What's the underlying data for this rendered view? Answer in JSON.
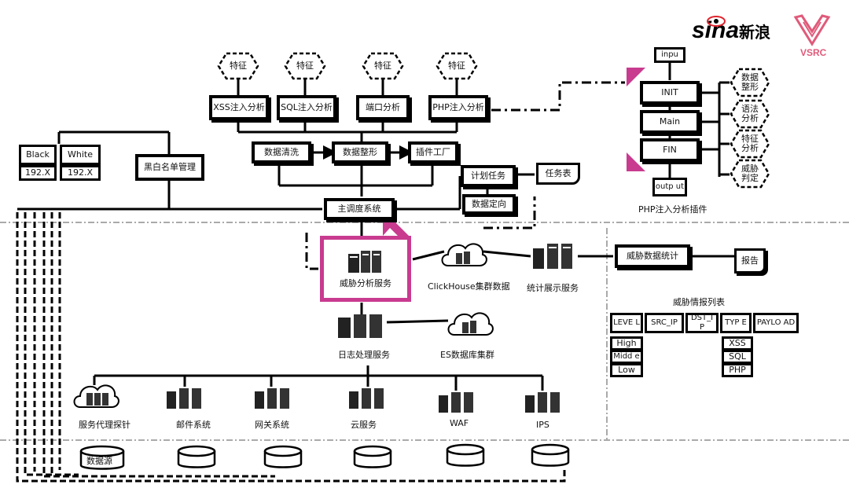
{
  "logo": {
    "sina_text": "sina",
    "sina_cn": "新浪",
    "vsrc": "VSRC"
  },
  "features": [
    "特征",
    "特征",
    "特征",
    "特征"
  ],
  "analyzers": [
    "XSS注入分析",
    "SQL注入分析",
    "端口分析",
    "PHP注入分析"
  ],
  "pipeline": {
    "clean": "数据清洗",
    "shape": "数据整形",
    "factory": "插件工厂"
  },
  "blackwhite": {
    "black": "Black",
    "white": "White",
    "black_ip": "192.X",
    "white_ip": "192.X",
    "manager": "黑白名单管理"
  },
  "scheduler": {
    "main": "主调度系统",
    "plan": "计划任务",
    "tasks": "任务表",
    "direct": "数据定向"
  },
  "php_plugin": {
    "input": "inpu",
    "init": "INIT",
    "main": "Main",
    "fin": "FIN",
    "output": "outp ut",
    "steps": [
      "数据 整形",
      "语法 分析",
      "特征 分析",
      "威胁 判定"
    ],
    "caption": "PHP注入分析插件"
  },
  "core": {
    "threat_service": "威胁分析服务",
    "clickhouse": "ClickHouse集群数据",
    "stats_service": "统计展示服务",
    "threat_stats": "威胁数据统计",
    "report": "报告",
    "log_service": "日志处理服务",
    "es_cluster": "ES数据库集群"
  },
  "intel": {
    "title": "威胁情报列表",
    "columns": [
      "LEVE L",
      "SRC_IP",
      "DST_I P",
      "TYP E",
      "PAYLO AD"
    ],
    "levels": [
      "High",
      "Midd e",
      "Low"
    ],
    "types": [
      "XSS",
      "SQL",
      "PHP"
    ]
  },
  "sources": [
    "服务代理探针",
    "邮件系统",
    "网关系统",
    "云服务",
    "WAF",
    "IPS"
  ],
  "datasource": "数据源"
}
